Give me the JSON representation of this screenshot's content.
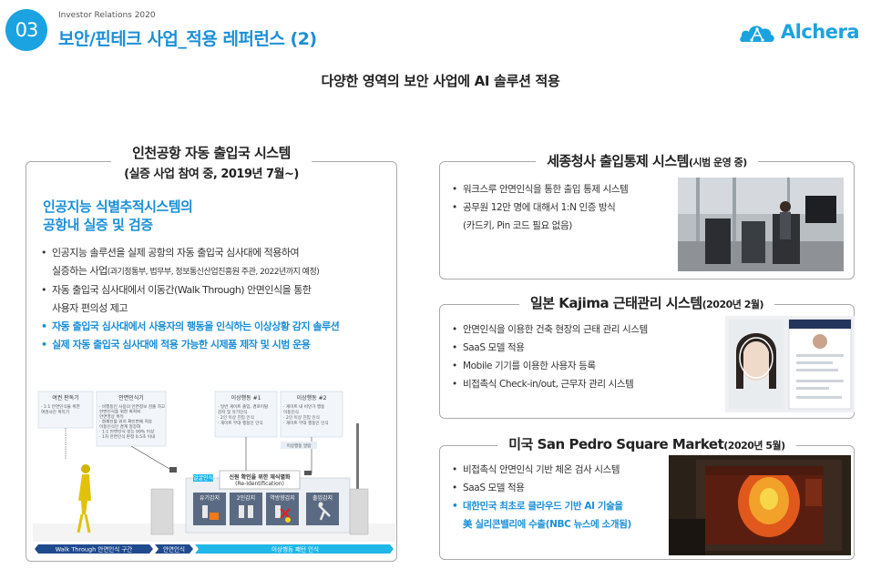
{
  "header": {
    "slide_number": "03",
    "ir_label": "Investor Relations 2020",
    "title": "보안/핀테크 사업_적용 레퍼런스 (2)",
    "logo_text": "Alchera"
  },
  "subtitle": "다양한 영역의 보안 사업에 AI 솔루션 적용",
  "incheon": {
    "title": "인천공항 자동 출입국 시스템",
    "subtitle": "(실증 사업 참여 중, 2019년 7월~)",
    "heading_line1": "인공지능 식별추적시스템의",
    "heading_line2": "공항내 실증 및 검증",
    "bullets": [
      {
        "line1": "인공지능 솔루션을 실제 공항의 자동 출입국 심사대에 적용하여",
        "line2a": "실증하는 사업",
        "line2b": "(과기정통부, 법무부, 정보통신산업진흥원 주관, 2022년까지 예정)"
      },
      {
        "line1": "자동 출입국 심사대에서 이동간(Walk Through) 안면인식을 통한",
        "line2a": "사용자 편의성 제고",
        "line2b": ""
      },
      {
        "line1": "자동 출입국 심사대에서 사용자의 행동을 인식하는 이상상황 감지 솔루션"
      },
      {
        "line1": "실제 자동 출입국 심사대에 적용 가능한 시제품 제작 및 시범 운용"
      }
    ],
    "diagram": {
      "box1_title": "여권 판독기",
      "box1_lines": [
        "· 1:1 안면인식을 위한",
        "  여권사진 획득기"
      ],
      "box2_title": "안면인식기",
      "box2_lines": [
        "· 비행동인 사용의 안면정보 검출 하고",
        "  안면인식을 위한 최적의",
        "  안면영상 획득",
        "· 화재인물 위치 확인면에 적응",
        "  이동인식인 경계 정장화",
        "· 1:1 안면인식 성능 99% 이상",
        "· 1차 안면인식 판정 0.5초 이내"
      ],
      "box3_title": "이상행동 #1",
      "box3_lines": [
        "· 일반 게이트 출입, 경로이탈",
        "  감지 및 유기인식",
        "· 2인 이상 진입 인식",
        "· 게이트 부대 행동인 인식"
      ],
      "box4_title": "이상행동 #2",
      "box4_lines": [
        "· 게이트 내 비인가 행동",
        "  이동인식",
        "· 2인 이상 진입 인식",
        "· 게이트 부대 행동인 인식"
      ],
      "alert_label": "이상행동 알람",
      "face_label": "얼굴인식",
      "reid_title": "신원 확인을 위한 재식별화",
      "reid_sub": "(Re-Identification)",
      "gate1": "유기감지",
      "gate2": "2인감지",
      "gate3": "역방향감지",
      "gate4": "출입감지",
      "bar1": "Walk Through 안면인식 구간",
      "bar2": "안면인식",
      "bar3": "이상행동 패턴 인식"
    }
  },
  "sejong": {
    "title": "세종청사 출입통제 시스템",
    "title_small": "(시범 운영 중)",
    "bullets": [
      "워크스루 안면인식을 통한 출입 통제 시스템",
      "공무원 12만 명에 대해서 1:N 인증 방식",
      "(카드키, Pin 코드 필요 없음)"
    ]
  },
  "kajima": {
    "title": "일본 Kajima 근태관리 시스템",
    "title_small": "(2020년 2월)",
    "bullets": [
      "안면인식을 이용한 건축 현장의 근태 관리 시스템",
      "SaaS 모델 적용",
      "Mobile 기기를 이용한 사용자 등록",
      "비접촉식 Check-in/out, 근무자 관리 시스템"
    ]
  },
  "sanpedro": {
    "title": "미국 San Pedro Square Market",
    "title_small": "(2020년 5월)",
    "bullets": [
      "비접촉식 안면인식 기반 체온 검사 시스템",
      "SaaS 모델 적용",
      "대한민국 최초로 클라우드 기반 AI 기술을",
      "美 실리콘밸리에 수출(NBC 뉴스에 소개됨)"
    ]
  },
  "colors": {
    "brand_blue": "#1aa3e0",
    "title_blue": "#1a8fd8",
    "diagram_cyan": "#1fb6e8",
    "diagram_navy": "#1f4a8e"
  }
}
